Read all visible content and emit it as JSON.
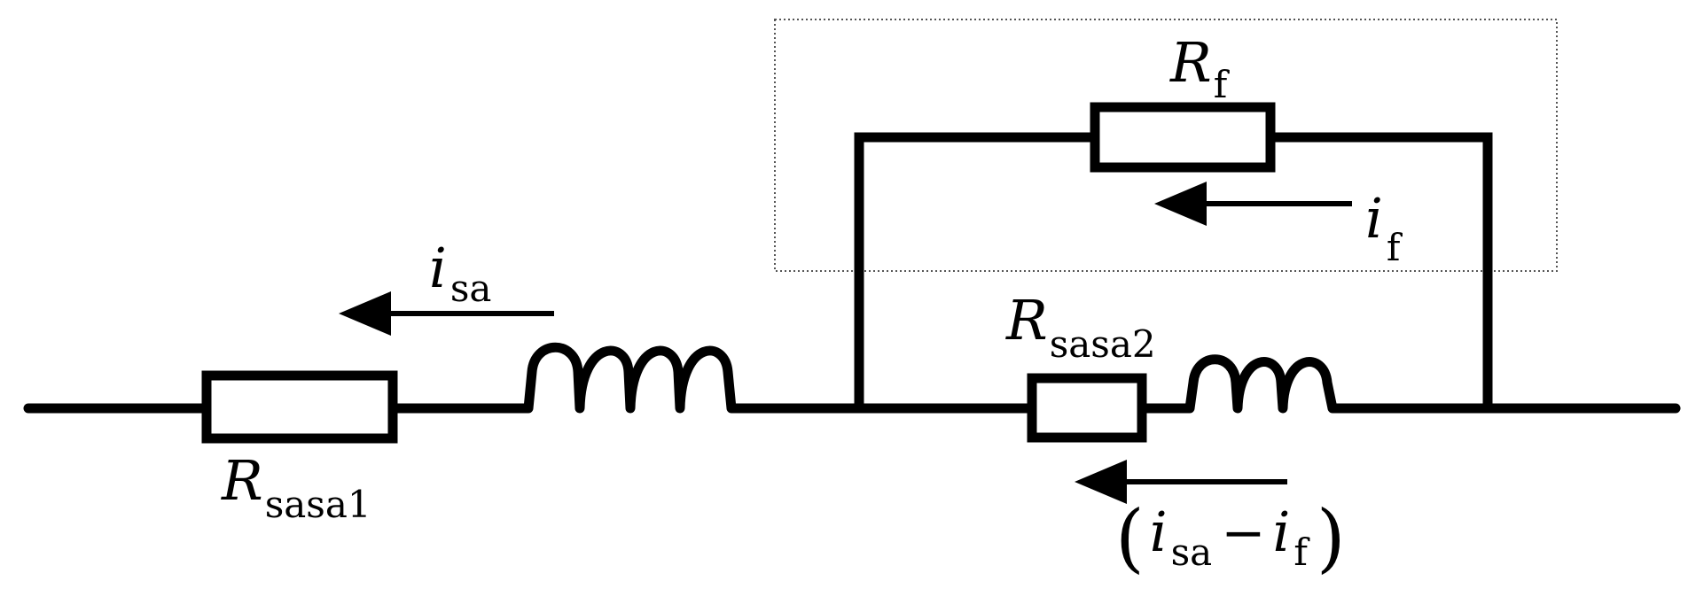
{
  "labels": {
    "r_sasa1": {
      "main": "R",
      "sub": "sasa1"
    },
    "r_sasa2": {
      "main": "R",
      "sub": "sasa2"
    },
    "r_f": {
      "main": "R",
      "sub": "f"
    },
    "i_sa": {
      "main": "i",
      "sub": "sa"
    },
    "i_f": {
      "main": "i",
      "sub": "f"
    },
    "diff_current": {
      "open": "(",
      "term1": "i",
      "term1_sub": "sa",
      "op": "−",
      "term2": "i",
      "term2_sub": "f",
      "close": ")"
    }
  },
  "colors": {
    "wire": "#000000",
    "box": "#555555",
    "background": "#ffffff"
  }
}
